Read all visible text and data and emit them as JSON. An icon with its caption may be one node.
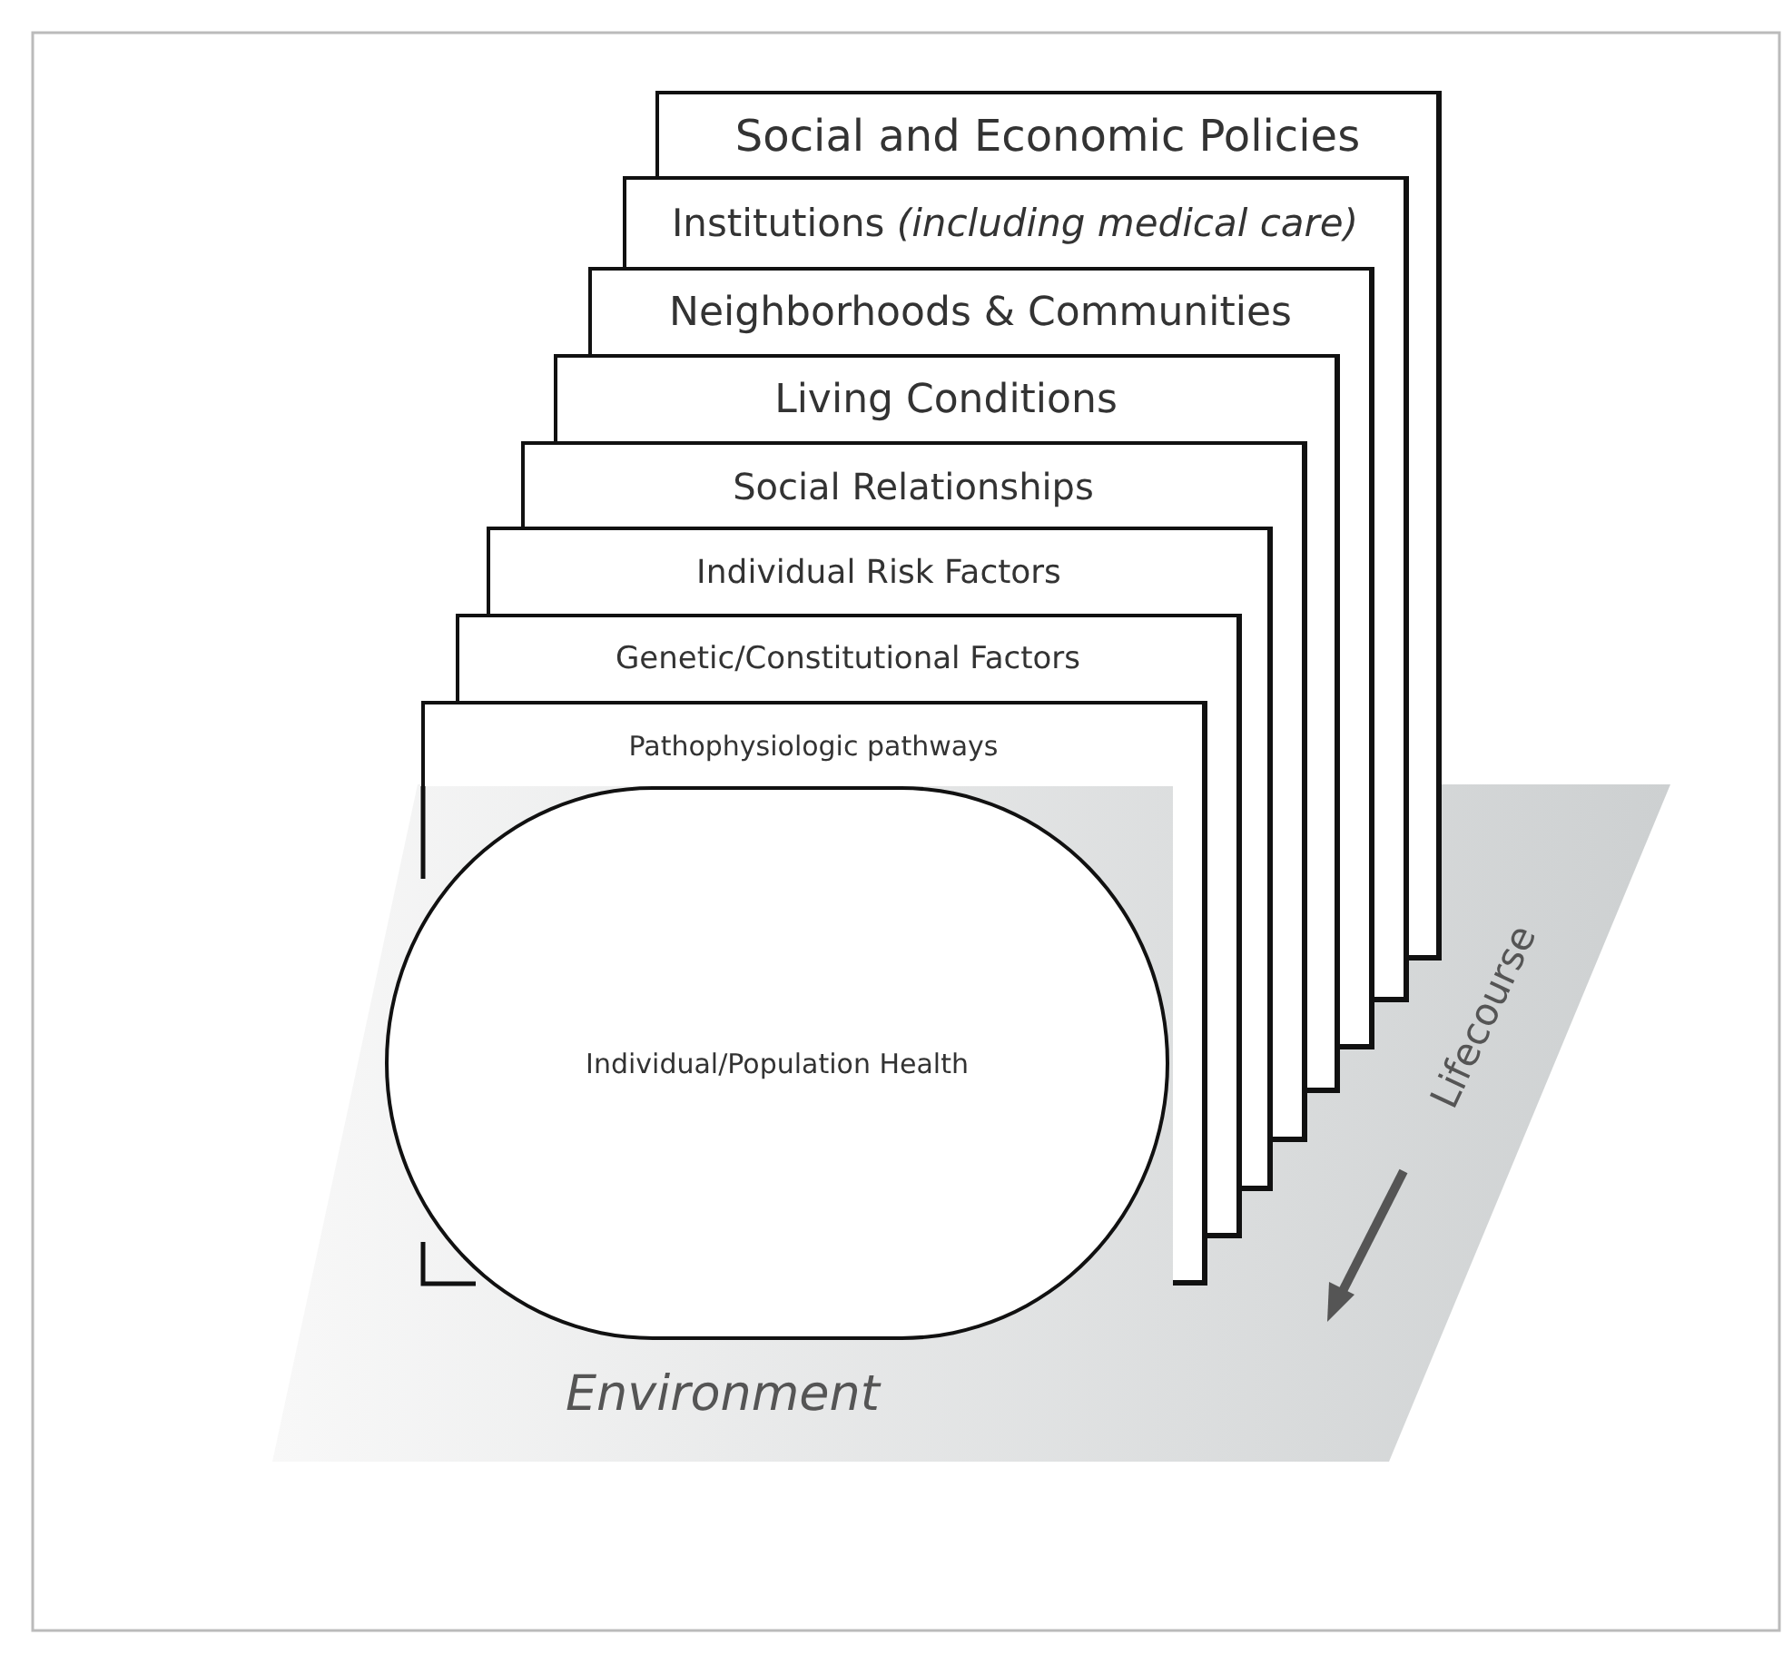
{
  "diagram": {
    "nodes": [
      {
        "text": [
          "Social and Economic Policies"
        ]
      },
      {
        "text": [
          "Institutions *(including medical care)*"
        ]
      },
      {
        "text": [
          "Neighborhoods & Communities"
        ]
      },
      {
        "text": [
          "Living Conditions"
        ]
      },
      {
        "text": [
          "Social Relationships"
        ]
      },
      {
        "text": [
          "Individual Risk Factors"
        ]
      },
      {
        "text": [
          "Genetic/Constitutional Factors"
        ]
      },
      {
        "text": [
          "Pathophysiologic pathways"
        ]
      },
      {
        "text": [
          "Individual/Population Health"
        ]
      }
    ],
    "edges": [],
    "labels": [
      "Lifecourse",
      "Environment"
    ]
  }
}
